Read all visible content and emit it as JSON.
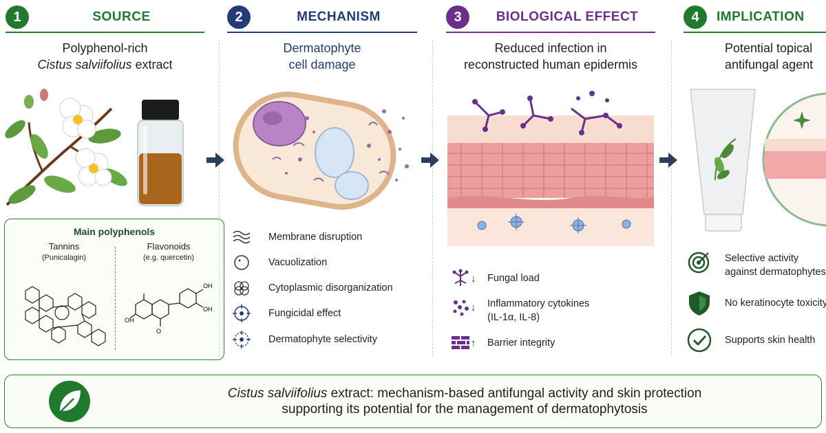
{
  "sections": [
    {
      "num": "1",
      "title": "SOURCE",
      "subtitle_line1": "Polyphenol-rich",
      "subtitle_line2_italic": "Cistus salviifolius",
      "subtitle_line2_rest": " extract"
    },
    {
      "num": "2",
      "title": "MECHANISM",
      "subtitle_line1": "Dermatophyte",
      "subtitle_line2": "cell damage"
    },
    {
      "num": "3",
      "title": "BIOLOGICAL EFFECT",
      "subtitle_line1": "Reduced infection in",
      "subtitle_line2": "reconstructed human epidermis"
    },
    {
      "num": "4",
      "title": "IMPLICATION",
      "subtitle_line1": "Potential topical",
      "subtitle_line2": "antifungal agent"
    }
  ],
  "polyphenols": {
    "title": "Main polyphenols",
    "tannins": "Tannins",
    "tannins_sub": "(Punicalagin)",
    "flavonoids": "Flavonoids",
    "flavonoids_sub": "(e.g. quercetin)",
    "atom_labels": [
      "OH",
      "O"
    ]
  },
  "mechanism_items": [
    {
      "icon": "waves-icon",
      "label": "Membrane disruption"
    },
    {
      "icon": "circle-icon",
      "label": "Vacuolization"
    },
    {
      "icon": "tangle-icon",
      "label": "Cytoplasmic disorganization"
    },
    {
      "icon": "target-icon",
      "label": "Fungicidal effect"
    },
    {
      "icon": "dotted-target-icon",
      "label": "Dermatophyte selectivity"
    }
  ],
  "effects": [
    {
      "icon": "hyphae-icon",
      "arrow": "↓",
      "label": "Fungal load"
    },
    {
      "icon": "dots-icon",
      "arrow": "↓",
      "label_line1": "Inflammatory cytokines",
      "label_line2": "(IL-1α, IL-8)"
    },
    {
      "icon": "bricks-icon",
      "arrow": "↑",
      "label": "Barrier integrity"
    }
  ],
  "implications": [
    {
      "icon": "target-arrow-icon",
      "label_line1": "Selective activity",
      "label_line2": "against dermatophytes"
    },
    {
      "icon": "shield-icon",
      "label": "No keratinocyte toxicity"
    },
    {
      "icon": "check-icon",
      "label": "Supports skin health"
    }
  ],
  "banner": {
    "italic": "Cistus salviifolius",
    "line1_rest": " extract: mechanism-based antifungal activity and skin protection",
    "line2": "supporting its potential for the management of dermatophytosis"
  },
  "colors": {
    "green": "#1f7a2e",
    "navy": "#243b78",
    "purple": "#6a2f8a",
    "arrow": "#2b3f5c"
  }
}
